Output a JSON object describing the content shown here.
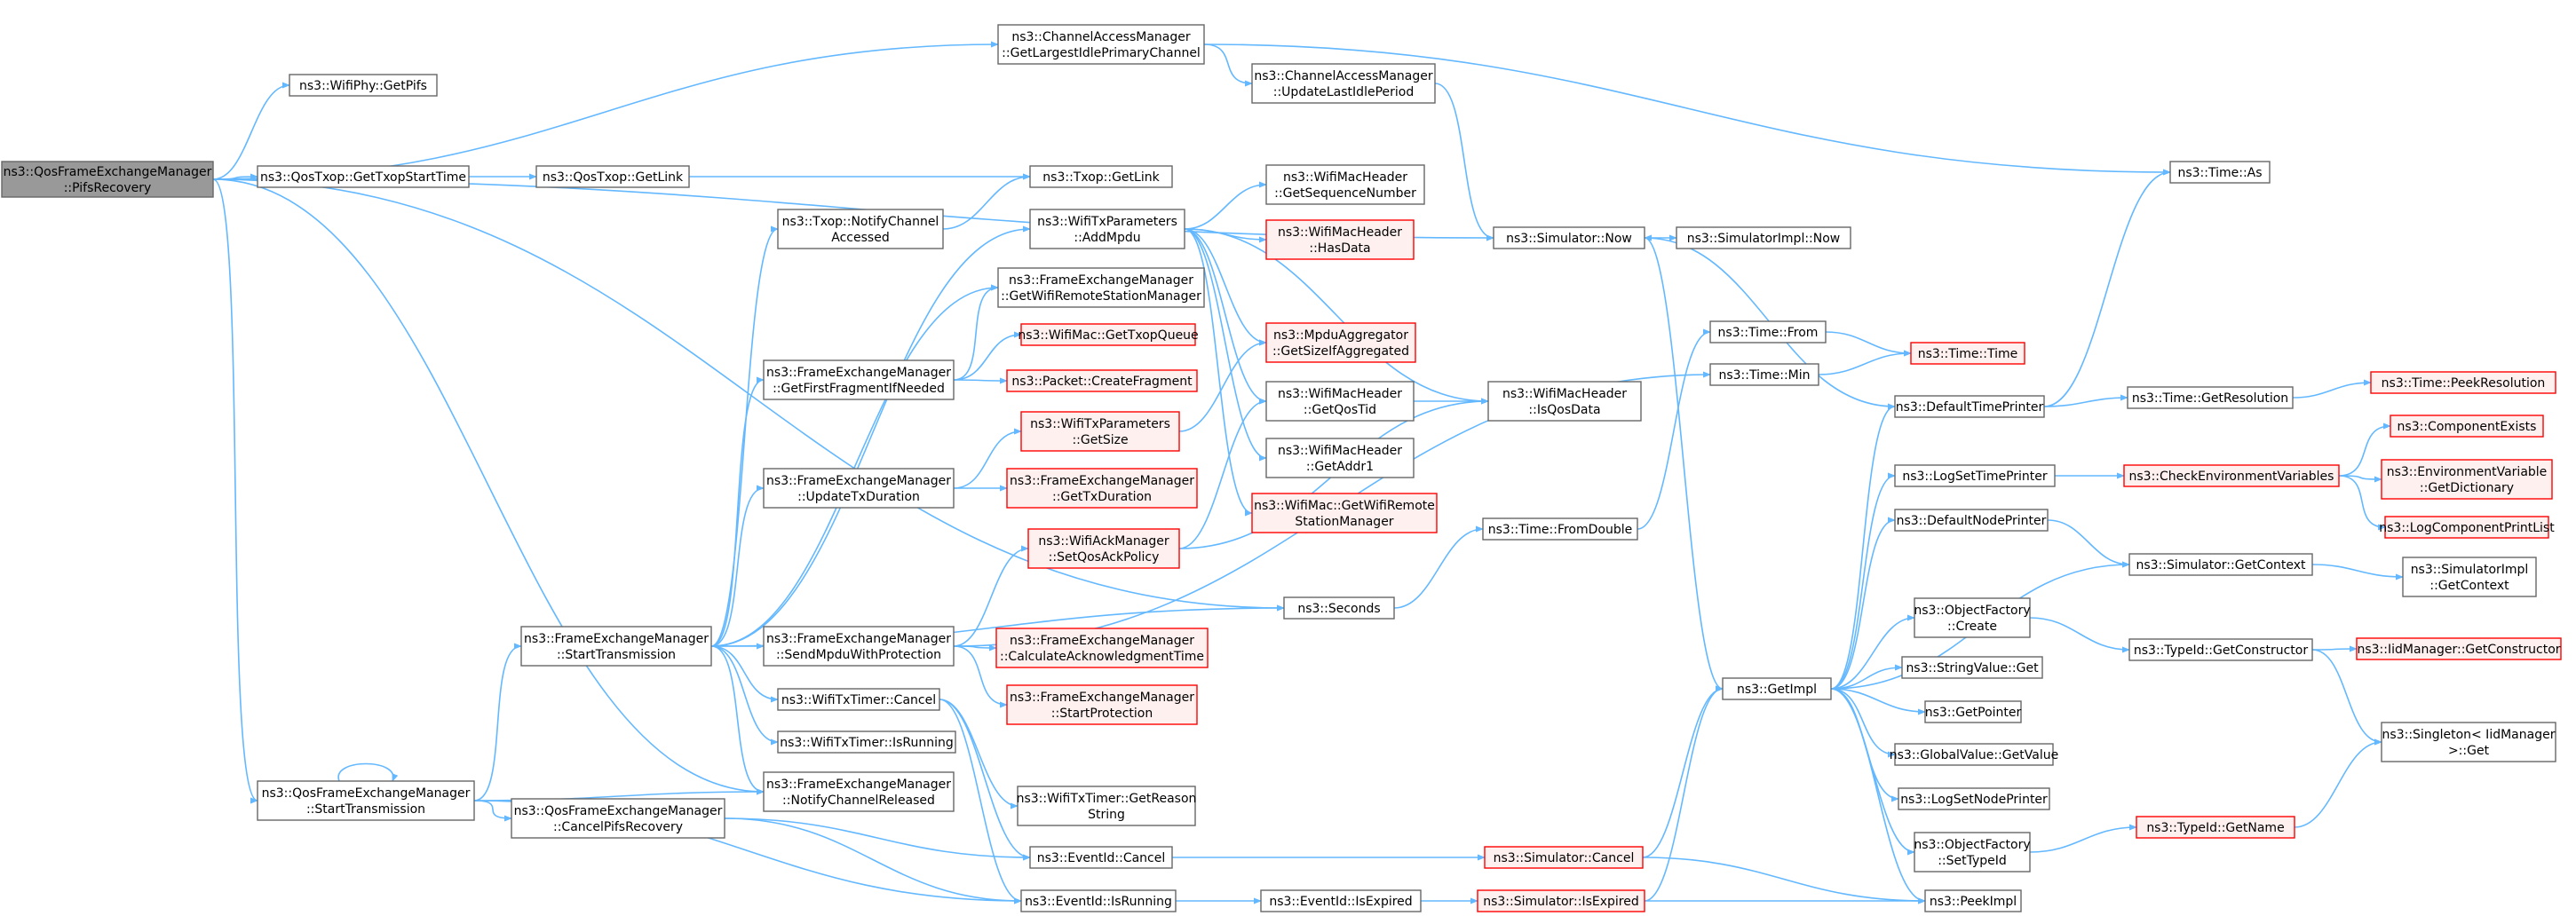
{
  "colors": {
    "edge": "#63b8ff",
    "node_border": "#666666",
    "red_border": "#ff0000",
    "root_fill": "#999999"
  },
  "nodes": [
    {
      "id": "root",
      "lines": [
        "ns3::QosFrameExchangeManager",
        "::PifsRecovery"
      ]
    },
    {
      "id": "cam_largest",
      "lines": [
        "ns3::ChannelAccessManager",
        "::GetLargestIdlePrimaryChannel"
      ]
    },
    {
      "id": "wifiphy_pifs",
      "lines": [
        "ns3::WifiPhy::GetPifs"
      ]
    },
    {
      "id": "cam_update",
      "lines": [
        "ns3::ChannelAccessManager",
        "::UpdateLastIdlePeriod"
      ]
    },
    {
      "id": "time_as",
      "lines": [
        "ns3::Time::As"
      ]
    },
    {
      "id": "qtx_start",
      "lines": [
        "ns3::QosTxop::GetTxopStartTime"
      ]
    },
    {
      "id": "qtx_link",
      "lines": [
        "ns3::QosTxop::GetLink"
      ]
    },
    {
      "id": "txop_link",
      "lines": [
        "ns3::Txop::GetLink"
      ]
    },
    {
      "id": "seqnum",
      "lines": [
        "ns3::WifiMacHeader",
        "::GetSequenceNumber"
      ]
    },
    {
      "id": "txop_notify",
      "lines": [
        "ns3::Txop::NotifyChannel",
        "Accessed"
      ]
    },
    {
      "id": "addmpdu",
      "lines": [
        "ns3::WifiTxParameters",
        "::AddMpdu"
      ]
    },
    {
      "id": "hasdata",
      "lines": [
        "ns3::WifiMacHeader",
        "::HasData"
      ]
    },
    {
      "id": "sim_now",
      "lines": [
        "ns3::Simulator::Now"
      ]
    },
    {
      "id": "simimpl_now",
      "lines": [
        "ns3::SimulatorImpl::Now"
      ]
    },
    {
      "id": "fem_rsm",
      "lines": [
        "ns3::FrameExchangeManager",
        "::GetWifiRemoteStationManager"
      ]
    },
    {
      "id": "txopqueue",
      "lines": [
        "ns3::WifiMac::GetTxopQueue"
      ]
    },
    {
      "id": "mpduagg",
      "lines": [
        "ns3::MpduAggregator",
        "::GetSizeIfAggregated"
      ]
    },
    {
      "id": "time_from",
      "lines": [
        "ns3::Time::From"
      ]
    },
    {
      "id": "time_time",
      "lines": [
        "ns3::Time::Time"
      ]
    },
    {
      "id": "fem_firstfrag",
      "lines": [
        "ns3::FrameExchangeManager",
        "::GetFirstFragmentIfNeeded"
      ]
    },
    {
      "id": "createfrag",
      "lines": [
        "ns3::Packet::CreateFragment"
      ]
    },
    {
      "id": "getqostid",
      "lines": [
        "ns3::WifiMacHeader",
        "::GetQosTid"
      ]
    },
    {
      "id": "isqosdata",
      "lines": [
        "ns3::WifiMacHeader",
        "::IsQosData"
      ]
    },
    {
      "id": "time_min",
      "lines": [
        "ns3::Time::Min"
      ]
    },
    {
      "id": "deftimeprinter",
      "lines": [
        "ns3::DefaultTimePrinter"
      ]
    },
    {
      "id": "getres",
      "lines": [
        "ns3::Time::GetResolution"
      ]
    },
    {
      "id": "peekres",
      "lines": [
        "ns3::Time::PeekResolution"
      ]
    },
    {
      "id": "txp_getsize",
      "lines": [
        "ns3::WifiTxParameters",
        "::GetSize"
      ]
    },
    {
      "id": "compexists",
      "lines": [
        "ns3::ComponentExists"
      ]
    },
    {
      "id": "getaddr1",
      "lines": [
        "ns3::WifiMacHeader",
        "::GetAddr1"
      ]
    },
    {
      "id": "fem_updatetx",
      "lines": [
        "ns3::FrameExchangeManager",
        "::UpdateTxDuration"
      ]
    },
    {
      "id": "fem_gettxdur",
      "lines": [
        "ns3::FrameExchangeManager",
        "::GetTxDuration"
      ]
    },
    {
      "id": "logsettime",
      "lines": [
        "ns3::LogSetTimePrinter"
      ]
    },
    {
      "id": "checkenv",
      "lines": [
        "ns3::CheckEnvironmentVariables"
      ]
    },
    {
      "id": "envgetdict",
      "lines": [
        "ns3::EnvironmentVariable",
        "::GetDictionary"
      ]
    },
    {
      "id": "mac_rsm",
      "lines": [
        "ns3::WifiMac::GetWifiRemote",
        "StationManager"
      ]
    },
    {
      "id": "logcomplist",
      "lines": [
        "ns3::LogComponentPrintList"
      ]
    },
    {
      "id": "ackmgr",
      "lines": [
        "ns3::WifiAckManager",
        "::SetQosAckPolicy"
      ]
    },
    {
      "id": "fromdouble",
      "lines": [
        "ns3::Time::FromDouble"
      ]
    },
    {
      "id": "defnodeprinter",
      "lines": [
        "ns3::DefaultNodePrinter"
      ]
    },
    {
      "id": "sim_getctx",
      "lines": [
        "ns3::Simulator::GetContext"
      ]
    },
    {
      "id": "simimpl_getctx",
      "lines": [
        "ns3::SimulatorImpl",
        "::GetContext"
      ]
    },
    {
      "id": "seconds",
      "lines": [
        "ns3::Seconds"
      ]
    },
    {
      "id": "of_create",
      "lines": [
        "ns3::ObjectFactory",
        "::Create"
      ]
    },
    {
      "id": "fem_starttx",
      "lines": [
        "ns3::FrameExchangeManager",
        "::StartTransmission"
      ]
    },
    {
      "id": "fem_sendmpdu",
      "lines": [
        "ns3::FrameExchangeManager",
        "::SendMpduWithProtection"
      ]
    },
    {
      "id": "fem_calcack",
      "lines": [
        "ns3::FrameExchangeManager",
        "::CalculateAcknowledgmentTime"
      ]
    },
    {
      "id": "typeid_getctor",
      "lines": [
        "ns3::TypeId::GetConstructor"
      ]
    },
    {
      "id": "iid_getctor",
      "lines": [
        "ns3::IidManager::GetConstructor"
      ]
    },
    {
      "id": "stringvalue",
      "lines": [
        "ns3::StringValue::Get"
      ]
    },
    {
      "id": "getimpl",
      "lines": [
        "ns3::GetImpl"
      ]
    },
    {
      "id": "txtimer_cancel",
      "lines": [
        "ns3::WifiTxTimer::Cancel"
      ]
    },
    {
      "id": "fem_startprot",
      "lines": [
        "ns3::FrameExchangeManager",
        "::StartProtection"
      ]
    },
    {
      "id": "getpointer",
      "lines": [
        "ns3::GetPointer"
      ]
    },
    {
      "id": "singleton",
      "lines": [
        "ns3::Singleton< IidManager",
        ">::Get"
      ]
    },
    {
      "id": "txtimer_isrunning",
      "lines": [
        "ns3::WifiTxTimer::IsRunning"
      ]
    },
    {
      "id": "globalvalue",
      "lines": [
        "ns3::GlobalValue::GetValue"
      ]
    },
    {
      "id": "qfem_starttx",
      "lines": [
        "ns3::QosFrameExchangeManager",
        "::StartTransmission"
      ]
    },
    {
      "id": "fem_notifyrel",
      "lines": [
        "ns3::FrameExchangeManager",
        "::NotifyChannelReleased"
      ]
    },
    {
      "id": "txtimer_reason",
      "lines": [
        "ns3::WifiTxTimer::GetReason",
        "String"
      ]
    },
    {
      "id": "logsetnode",
      "lines": [
        "ns3::LogSetNodePrinter"
      ]
    },
    {
      "id": "qfem_cancelpifs",
      "lines": [
        "ns3::QosFrameExchangeManager",
        "::CancelPifsRecovery"
      ]
    },
    {
      "id": "of_settypeid",
      "lines": [
        "ns3::ObjectFactory",
        "::SetTypeId"
      ]
    },
    {
      "id": "typeid_getname",
      "lines": [
        "ns3::TypeId::GetName"
      ]
    },
    {
      "id": "eventid_cancel",
      "lines": [
        "ns3::EventId::Cancel"
      ]
    },
    {
      "id": "sim_cancel",
      "lines": [
        "ns3::Simulator::Cancel"
      ]
    },
    {
      "id": "eventid_isrunning",
      "lines": [
        "ns3::EventId::IsRunning"
      ]
    },
    {
      "id": "eventid_isexpired",
      "lines": [
        "ns3::EventId::IsExpired"
      ]
    },
    {
      "id": "sim_isexpired",
      "lines": [
        "ns3::Simulator::IsExpired"
      ]
    },
    {
      "id": "peekimpl",
      "lines": [
        "ns3::PeekImpl"
      ]
    }
  ]
}
